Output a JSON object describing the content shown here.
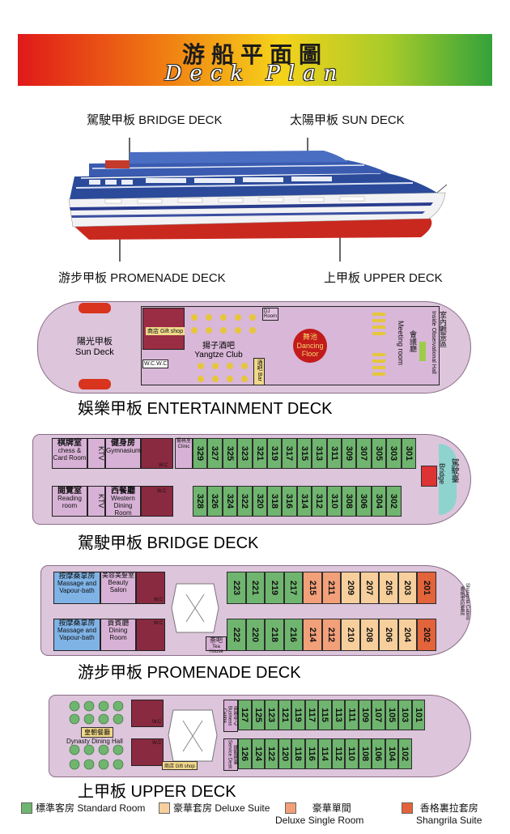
{
  "header": {
    "title_zh": "游船平面圖",
    "title_en": "Deck Plan"
  },
  "ship_callouts": {
    "bridge": "駕駛甲板 BRIDGE DECK",
    "sun": "太陽甲板 SUN DECK",
    "promenade": "游步甲板  PROMENADE DECK",
    "upper": "上甲板  UPPER DECK"
  },
  "entertainment_deck": {
    "title": "娛樂甲板 ENTERTAINMENT DECK",
    "sun_deck_zh": "陽光甲板",
    "sun_deck_en": "Sun Deck",
    "gift_shop": "商店 Gift shop",
    "club_zh": "揚子酒吧",
    "club_en": "Yangtze Club",
    "dj": "DJ Room",
    "dance_zh": "舞池",
    "dance_en": "Dancing Floor",
    "bar": "酒吧 Bar",
    "wc": "W.C.W.C",
    "meeting_zh": "會議廳",
    "meeting_en": "Meeting room",
    "observation_zh": "室內觀景區",
    "observation_en": "Inside Observational Hall"
  },
  "bridge_deck": {
    "title": "駕駛甲板 BRIDGE DECK",
    "chess_zh": "棋牌室",
    "chess_en": "chess & Card Room",
    "ktv": "KTV",
    "gym_zh": "健身房",
    "gym_en": "Gymnasium",
    "reading_zh": "閱覽室",
    "reading_en": "Reading room",
    "western_zh": "西餐廳",
    "western_en": "Western Dining Room",
    "clinic": "醫務室 Clinic",
    "wc": "W.C",
    "bridge_zh": "駕駛臺",
    "bridge_en": "Bridge",
    "top_cabins": [
      "329",
      "327",
      "325",
      "323",
      "321",
      "319",
      "317",
      "315",
      "313",
      "311",
      "309",
      "307",
      "305",
      "303",
      "301"
    ],
    "bottom_cabins": [
      "328",
      "326",
      "324",
      "322",
      "320",
      "318",
      "316",
      "314",
      "312",
      "310",
      "308",
      "306",
      "304",
      "302"
    ]
  },
  "promenade_deck": {
    "title": "游步甲板  PROMENADE DECK",
    "massage_zh": "按摩桑拿房",
    "massage_en": "Massage and Vapour-bath",
    "beauty_zh": "美容美髮室",
    "beauty_en": "Beauty Salon",
    "vip_zh": "貴賓廳",
    "vip_en": "Dining Room",
    "tea_zh": "茶吧",
    "tea_en": "Tea House",
    "wc": "W.C",
    "shangrila_zh": "香格里拉套房",
    "shangrila_en": "Shangrila Cabins",
    "top_cabins": [
      "223",
      "221",
      "219",
      "217",
      "215",
      "211",
      "209",
      "207",
      "205",
      "203",
      "201"
    ],
    "bottom_cabins": [
      "222",
      "220",
      "218",
      "216",
      "214",
      "212",
      "210",
      "208",
      "206",
      "204",
      "202"
    ]
  },
  "upper_deck": {
    "title": "上甲板  UPPER DECK",
    "dining_zh": "皇朝餐廳",
    "dining_en": "Dynasty Dining Hall",
    "business_zh": "商務中心",
    "business_en": "Business Centre",
    "front_desk_zh": "總服務臺",
    "front_desk_en": "Service Desk",
    "gift_shop": "商店 Gift shop",
    "wc": "W.C",
    "top_cabins": [
      "127",
      "125",
      "123",
      "121",
      "119",
      "117",
      "115",
      "113",
      "111",
      "109",
      "107",
      "105",
      "103",
      "101"
    ],
    "bottom_cabins": [
      "126",
      "124",
      "122",
      "120",
      "118",
      "116",
      "114",
      "112",
      "110",
      "108",
      "106",
      "104",
      "102"
    ]
  },
  "legend": [
    {
      "zh": "標準客房",
      "en": "Standard Room",
      "color": "#6fb56f"
    },
    {
      "zh": "豪華套房",
      "en": "Deluxe Suite",
      "color": "#f7cf9d"
    },
    {
      "zh": "豪華單間",
      "en": "Deluxe Single Room",
      "color": "#f2a07a"
    },
    {
      "zh": "香格裏拉套房",
      "en": "Shangrila Suite",
      "color": "#e3633a"
    }
  ]
}
